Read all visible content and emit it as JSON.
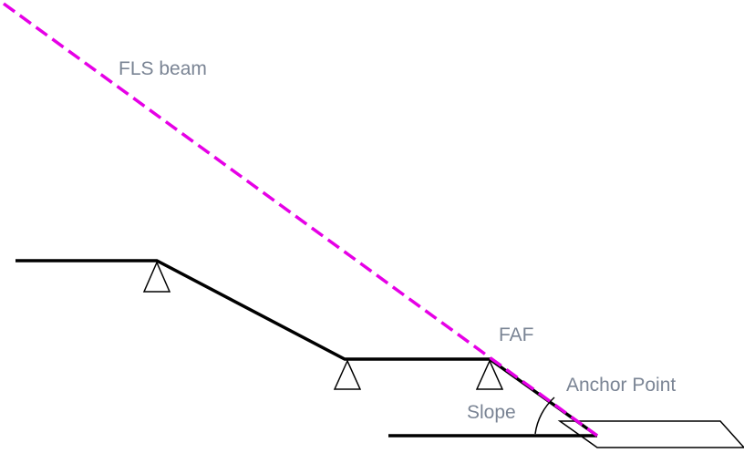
{
  "labels": {
    "fls_beam": "FLS beam",
    "faf": "FAF",
    "anchor_point": "Anchor Point",
    "slope": "Slope"
  },
  "colors": {
    "label": "#7a8494",
    "path": "#000000",
    "beam": "#e600e6"
  },
  "icons": {
    "waypoint": "triangle-waypoint-icon",
    "runway": "runway-parallelogram"
  }
}
